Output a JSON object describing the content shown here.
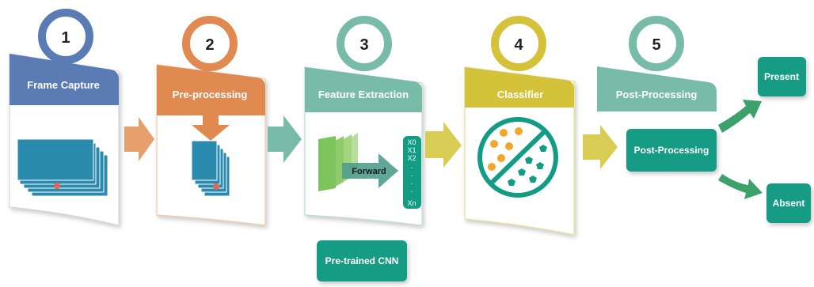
{
  "stages": [
    {
      "number": "1",
      "title": "Frame Capture",
      "color": "#5b7bb5"
    },
    {
      "number": "2",
      "title": "Pre-processing",
      "color": "#e08a52"
    },
    {
      "number": "3",
      "title": "Feature Extraction",
      "color": "#79bba9"
    },
    {
      "number": "4",
      "title": "Classifier",
      "color": "#d4c33a"
    },
    {
      "number": "5",
      "title": "Post-Processing",
      "color": "#79bba9"
    }
  ],
  "feature_vector": [
    "X0",
    "X1",
    "X2",
    "·",
    "·",
    "·",
    "·",
    "Xn"
  ],
  "cnn_arrow_label": "Forward",
  "boxes": {
    "pretrained": "Pre-trained CNN",
    "postprocess": "Post-Processing",
    "present": "Present",
    "absent": "Absent"
  },
  "colors": {
    "teal_box": "#139c84",
    "arrow_orange": "#e7a06c",
    "arrow_teal": "#79bba9",
    "arrow_yellow": "#d9cc55",
    "arrow_green": "#3ca26a",
    "image_blue": "#2a8aad",
    "dot_red": "#e8635a",
    "layer_green": "#7ec45c"
  }
}
